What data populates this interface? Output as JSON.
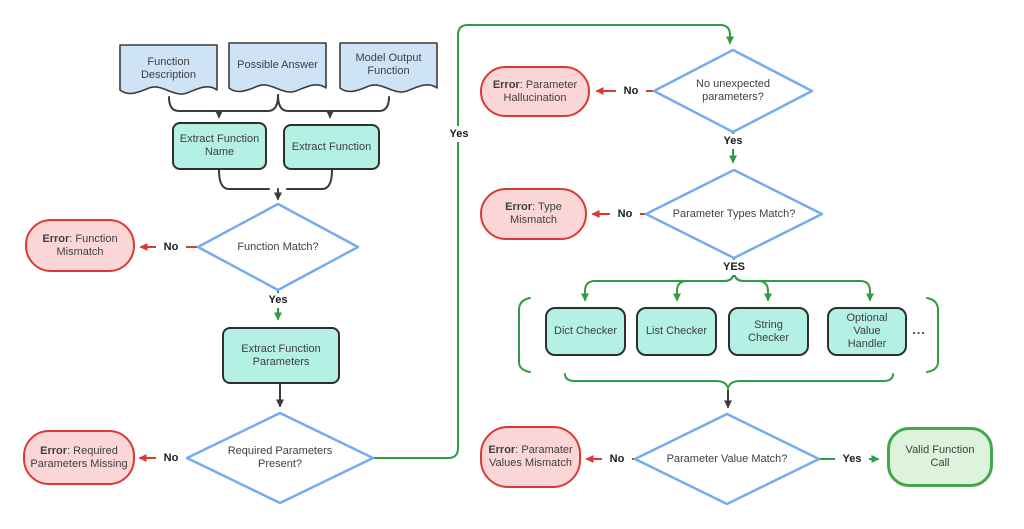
{
  "title": "Function call validation flowchart",
  "palette": {
    "document_fill": "#cfe3f7",
    "document_border": "#3c3c3c",
    "process_fill": "#b4f0e4",
    "process_border": "#2e2e2e",
    "decision_border": "#76abf1",
    "decision_fill": "#ffffff",
    "error_fill": "#fad7d6",
    "error_border": "#da3a35",
    "valid_fill": "#def3dc",
    "valid_border": "#43a84b",
    "edge_black": "#3b3b3b",
    "edge_green": "#2e9e44",
    "edge_red": "#da3a35"
  },
  "nodes": {
    "function_description": "Function Description",
    "possible_answer": "Possible Answer",
    "model_output_function": "Model Output Function",
    "extract_function_name": "Extract Function Name",
    "extract_function": "Extract Function",
    "extract_function_parameters": "Extract Function Parameters",
    "function_match": "Function Match?",
    "required_parameters_present": "Required Parameters Present?",
    "no_unexpected_parameters": "No unexpected parameters?",
    "parameter_types_match": "Parameter Types Match?",
    "parameter_value_match": "Parameter Value Match?",
    "dict_checker": "Dict Checker",
    "list_checker": "List Checker",
    "string_checker": "String Checker",
    "optional_value_handler": "Optional Value Handler",
    "valid_function_call": "Valid Function Call",
    "ellipsis": "..."
  },
  "errors": {
    "prefix": "Error",
    "function_mismatch_rest": ": Function Mismatch",
    "required_parameters_missing_rest": ": Required Parameters Missing",
    "parameter_hallucination_rest": ": Parameter Hallucination",
    "type_mismatch_rest": ": Type Mismatch",
    "paramater_values_mismatch_rest": ": Paramater Values Mismatch"
  },
  "edge_labels": {
    "yes": "Yes",
    "no": "No",
    "yes_upper": "YES"
  }
}
